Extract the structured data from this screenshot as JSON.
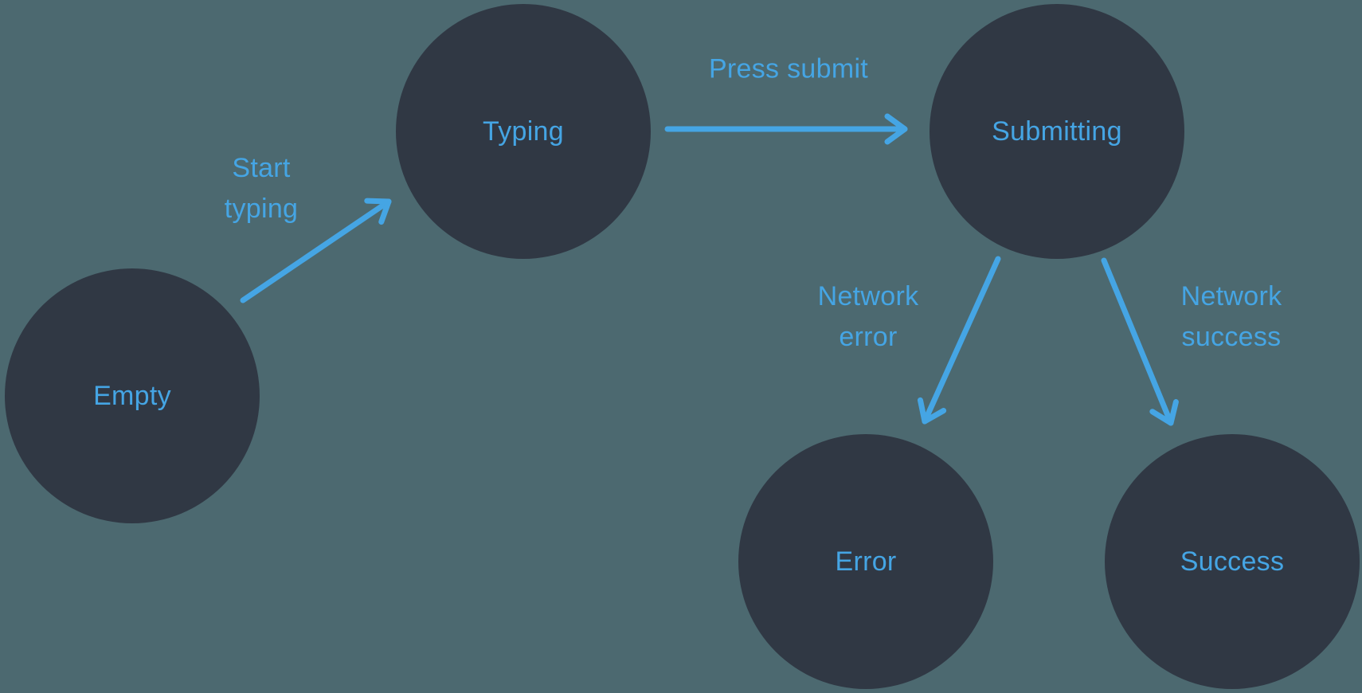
{
  "colors": {
    "background": "#4c6970",
    "node_fill": "#303844",
    "accent": "#45a5e4"
  },
  "nodes": [
    {
      "id": "empty",
      "label": "Empty"
    },
    {
      "id": "typing",
      "label": "Typing"
    },
    {
      "id": "submitting",
      "label": "Submitting"
    },
    {
      "id": "error",
      "label": "Error"
    },
    {
      "id": "success",
      "label": "Success"
    }
  ],
  "transitions": [
    {
      "from": "empty",
      "to": "typing",
      "label": "Start\ntyping"
    },
    {
      "from": "typing",
      "to": "submitting",
      "label": "Press submit"
    },
    {
      "from": "submitting",
      "to": "error",
      "label": "Network\nerror"
    },
    {
      "from": "submitting",
      "to": "success",
      "label": "Network\nsuccess"
    }
  ]
}
